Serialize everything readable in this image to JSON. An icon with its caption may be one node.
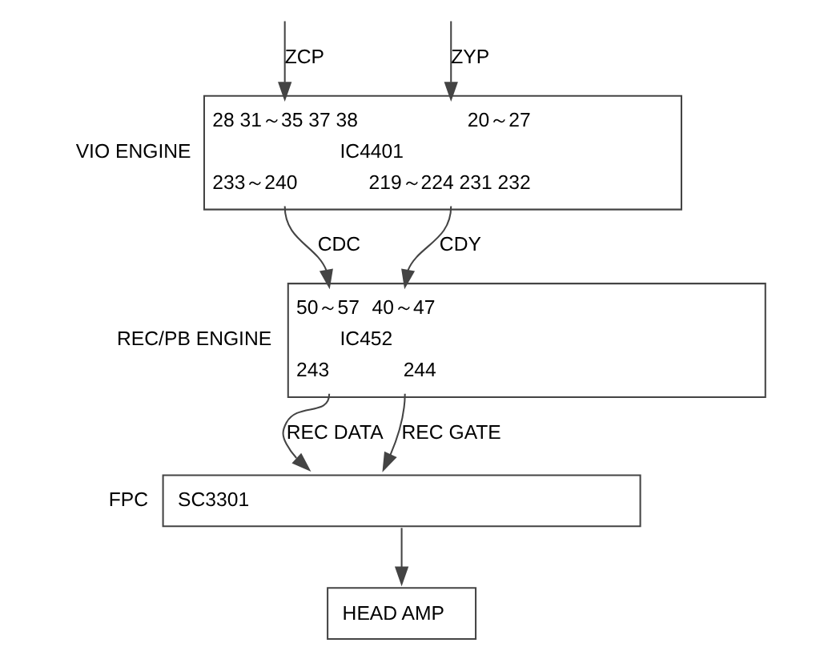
{
  "diagram": {
    "nodes": [
      {
        "text": [
          "28 31～35 37 38",
          "20～27",
          "IC4401",
          "233～240",
          "219～224 231 232"
        ],
        "beside": [
          "VIO ENGINE"
        ]
      },
      {
        "text": [
          "50～57",
          "40～47",
          "IC452",
          "243",
          "244"
        ],
        "beside": [
          "REC/PB ENGINE"
        ]
      },
      {
        "text": [
          "SC3301"
        ],
        "beside": [
          "FPC"
        ]
      },
      {
        "text": [
          "HEAD AMP"
        ]
      }
    ],
    "edges": [
      {
        "from": null,
        "to": 0,
        "arrow": "to",
        "label": "ZCP"
      },
      {
        "from": null,
        "to": 0,
        "arrow": "to",
        "label": "ZYP"
      },
      {
        "from": 0,
        "to": 1,
        "arrow": "to",
        "label": "CDC"
      },
      {
        "from": 0,
        "to": 1,
        "arrow": "to",
        "label": "CDY"
      },
      {
        "from": 1,
        "to": 2,
        "arrow": "to",
        "label": "REC DATA"
      },
      {
        "from": 1,
        "to": 2,
        "arrow": "to",
        "label": "REC GATE"
      },
      {
        "from": 2,
        "to": 3,
        "arrow": "to"
      }
    ]
  }
}
